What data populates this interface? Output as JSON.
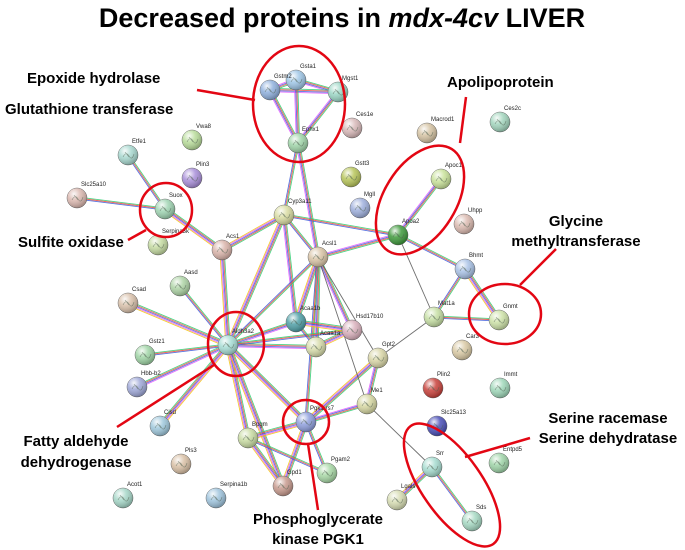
{
  "title": {
    "prefix": "Decreased proteins in ",
    "italic": "mdx-4cv",
    "suffix": " LIVER"
  },
  "colors": {
    "highlight": "#e30613",
    "edge_gray": "#555555"
  },
  "nodes": [
    {
      "id": "Gsta1",
      "label": "Gsta1",
      "color": "#9fc6e6"
    },
    {
      "id": "Gstm2",
      "label": "Gstm2",
      "color": "#8fb0dd"
    },
    {
      "id": "Mgst1",
      "label": "Mgst1",
      "color": "#9bd6c5"
    },
    {
      "id": "Ephx1",
      "label": "Ephx1",
      "color": "#9fd4a8"
    },
    {
      "id": "Ces1e",
      "label": "Ces1e",
      "color": "#d8b9b9"
    },
    {
      "id": "Macrod1",
      "label": "Macrod1",
      "color": "#d5c3a3"
    },
    {
      "id": "Ces2c",
      "label": "Ces2c",
      "color": "#a2d5bd"
    },
    {
      "id": "Vwa8",
      "label": "Vwa8",
      "color": "#b8dc9a"
    },
    {
      "id": "Etfe1",
      "label": "Etfe1",
      "color": "#a8d8cf"
    },
    {
      "id": "Plin3",
      "label": "Plin3",
      "color": "#a98fd9"
    },
    {
      "id": "Slc25a10",
      "label": "Slc25a10",
      "color": "#dbb8b0"
    },
    {
      "id": "Suox",
      "label": "Suox",
      "color": "#9fd4b2"
    },
    {
      "id": "Serpina3k",
      "label": "Serpina3k",
      "color": "#c5dba2"
    },
    {
      "id": "Gstt3",
      "label": "Gstt3",
      "color": "#b7c55a"
    },
    {
      "id": "Mgll",
      "label": "Mgll",
      "color": "#9fb0dd"
    },
    {
      "id": "Apoc1",
      "label": "Apoc1",
      "color": "#c9e29a"
    },
    {
      "id": "Apoa2",
      "label": "Apoa2",
      "color": "#3f9a3c"
    },
    {
      "id": "Uhpp",
      "label": "Uhpp",
      "color": "#dbbab0"
    },
    {
      "id": "Cyp3a11",
      "label": "Cyp3a11",
      "color": "#d9dca2"
    },
    {
      "id": "Acsl1",
      "label": "Acsl1",
      "color": "#d9c4a6"
    },
    {
      "id": "Acs1",
      "label": "Acs1",
      "color": "#d9b3a9"
    },
    {
      "id": "Bhmt",
      "label": "Bhmt",
      "color": "#a9c2e6"
    },
    {
      "id": "Gnmt",
      "label": "Gnmt",
      "color": "#cde2a8"
    },
    {
      "id": "Mat1a",
      "label": "Mat1a",
      "color": "#c6dfa4"
    },
    {
      "id": "Aasdhppt",
      "label": "Aasd",
      "color": "#aed4a6"
    },
    {
      "id": "Csad",
      "label": "Csad",
      "color": "#d9c1ab"
    },
    {
      "id": "Aldh3a2",
      "label": "Aldh3a2",
      "color": "#a6dcd4"
    },
    {
      "id": "Acaa1b",
      "label": "Acaa1b",
      "color": "#4f9fa6"
    },
    {
      "id": "Acaa1a",
      "label": "Acaa1a",
      "color": "#d7dcab"
    },
    {
      "id": "Hsd17b10",
      "label": "Hsd17b10",
      "color": "#d9b0bc"
    },
    {
      "id": "Gstz1",
      "label": "Gstz1",
      "color": "#9fd4a5"
    },
    {
      "id": "Hbb-b2",
      "label": "Hbb-b2",
      "color": "#9fa8d8"
    },
    {
      "id": "Gpt2",
      "label": "Gpt2",
      "color": "#d9d6a7"
    },
    {
      "id": "Car3",
      "label": "Car3",
      "color": "#d9c9a4"
    },
    {
      "id": "Plin2",
      "label": "Plin2",
      "color": "#c8413b"
    },
    {
      "id": "Immt",
      "label": "Immt",
      "color": "#9fd7b9"
    },
    {
      "id": "Me1",
      "label": "Me1",
      "color": "#d6d7a2"
    },
    {
      "id": "Cisd",
      "label": "Cisd",
      "color": "#9fc8dc"
    },
    {
      "id": "Bpgm",
      "label": "Bpgm",
      "color": "#c9dca3"
    },
    {
      "id": "Pgk1",
      "label": "Pgk1-rs7",
      "color": "#8f9fdd"
    },
    {
      "id": "Pgam2",
      "label": "Pgam2",
      "color": "#a8d8a6"
    },
    {
      "id": "Gpd1",
      "label": "Gpd1",
      "color": "#c79a8e"
    },
    {
      "id": "Slc25a13",
      "label": "Slc25a13",
      "color": "#4a4fb8"
    },
    {
      "id": "Entpd5",
      "label": "Entpd5",
      "color": "#9fd4a8"
    },
    {
      "id": "Srr",
      "label": "Srr",
      "color": "#a6dcd0"
    },
    {
      "id": "Sds",
      "label": "Sds",
      "color": "#a6d9c3"
    },
    {
      "id": "Lgals",
      "label": "Lgals",
      "color": "#d6dcb2"
    },
    {
      "id": "Pls3",
      "label": "Pls3",
      "color": "#d9c0a5"
    },
    {
      "id": "Acot1",
      "label": "Acot1",
      "color": "#a6d7c8"
    },
    {
      "id": "Serpina1b",
      "label": "Serpina1b",
      "color": "#9fc4dd"
    }
  ],
  "edges": [
    [
      "Gsta1",
      "Gstm2"
    ],
    [
      "Gsta1",
      "Mgst1"
    ],
    [
      "Gstm2",
      "Mgst1"
    ],
    [
      "Gsta1",
      "Ephx1"
    ],
    [
      "Gstm2",
      "Ephx1"
    ],
    [
      "Mgst1",
      "Ephx1"
    ],
    [
      "Ephx1",
      "Cyp3a11"
    ],
    [
      "Ephx1",
      "Acsl1"
    ],
    [
      "Slc25a10",
      "Suox"
    ],
    [
      "Etfe1",
      "Suox"
    ],
    [
      "Suox",
      "Acs1"
    ],
    [
      "Cyp3a11",
      "Acsl1"
    ],
    [
      "Cyp3a11",
      "Apoa2"
    ],
    [
      "Cyp3a11",
      "Aldh3a2"
    ],
    [
      "Cyp3a11",
      "Acs1"
    ],
    [
      "Cyp3a11",
      "Acaa1b"
    ],
    [
      "Apoc1",
      "Apoa2"
    ],
    [
      "Apoa2",
      "Acsl1"
    ],
    [
      "Apoa2",
      "Bhmt"
    ],
    [
      "Apoa2",
      "Mat1a"
    ],
    [
      "Bhmt",
      "Gnmt"
    ],
    [
      "Bhmt",
      "Mat1a"
    ],
    [
      "Mat1a",
      "Gnmt"
    ],
    [
      "Acsl1",
      "Aldh3a2"
    ],
    [
      "Acsl1",
      "Acaa1a"
    ],
    [
      "Acsl1",
      "Acaa1b"
    ],
    [
      "Acsl1",
      "Hsd17b10"
    ],
    [
      "Acsl1",
      "Gpt2"
    ],
    [
      "Acsl1",
      "Pgk1"
    ],
    [
      "Acs1",
      "Aldh3a2"
    ],
    [
      "Aasdhppt",
      "Aldh3a2"
    ],
    [
      "Csad",
      "Aldh3a2"
    ],
    [
      "Gstz1",
      "Aldh3a2"
    ],
    [
      "Hbb-b2",
      "Aldh3a2"
    ],
    [
      "Cisd",
      "Aldh3a2"
    ],
    [
      "Aldh3a2",
      "Acaa1b"
    ],
    [
      "Aldh3a2",
      "Acaa1a"
    ],
    [
      "Aldh3a2",
      "Hsd17b10"
    ],
    [
      "Aldh3a2",
      "Bpgm"
    ],
    [
      "Aldh3a2",
      "Pgk1"
    ],
    [
      "Aldh3a2",
      "Gpd1"
    ],
    [
      "Acaa1b",
      "Acaa1a"
    ],
    [
      "Acaa1b",
      "Hsd17b10"
    ],
    [
      "Acaa1a",
      "Hsd17b10"
    ],
    [
      "Gpt2",
      "Me1"
    ],
    [
      "Gpt2",
      "Mat1a"
    ],
    [
      "Gpt2",
      "Pgk1"
    ],
    [
      "Me1",
      "Pgk1"
    ],
    [
      "Me1",
      "Srr"
    ],
    [
      "Me1",
      "Acsl1"
    ],
    [
      "Bpgm",
      "Pgk1"
    ],
    [
      "Bpgm",
      "Gpd1"
    ],
    [
      "Pgk1",
      "Pgam2"
    ],
    [
      "Pgk1",
      "Gpd1"
    ],
    [
      "Bpgm",
      "Pgam2"
    ],
    [
      "Srr",
      "Sds"
    ],
    [
      "Srr",
      "Lgals"
    ]
  ],
  "callouts": [
    {
      "id": "epoxide",
      "lines": [
        "Epoxide hydrolase"
      ]
    },
    {
      "id": "glutathione",
      "lines": [
        "Glutathione transferase"
      ]
    },
    {
      "id": "apolipoprotein",
      "lines": [
        "Apolipoprotein"
      ]
    },
    {
      "id": "sulfite",
      "lines": [
        "Sulfite oxidase"
      ]
    },
    {
      "id": "glycine",
      "lines": [
        "Glycine",
        "methyltransferase"
      ]
    },
    {
      "id": "fatty",
      "lines": [
        "Fatty aldehyde",
        "dehydrogenase"
      ]
    },
    {
      "id": "serine",
      "lines": [
        "Serine racemase",
        "Serine dehydratase"
      ]
    },
    {
      "id": "pgk",
      "lines": [
        "Phosphoglycerate",
        "kinase  PGK1"
      ]
    }
  ]
}
